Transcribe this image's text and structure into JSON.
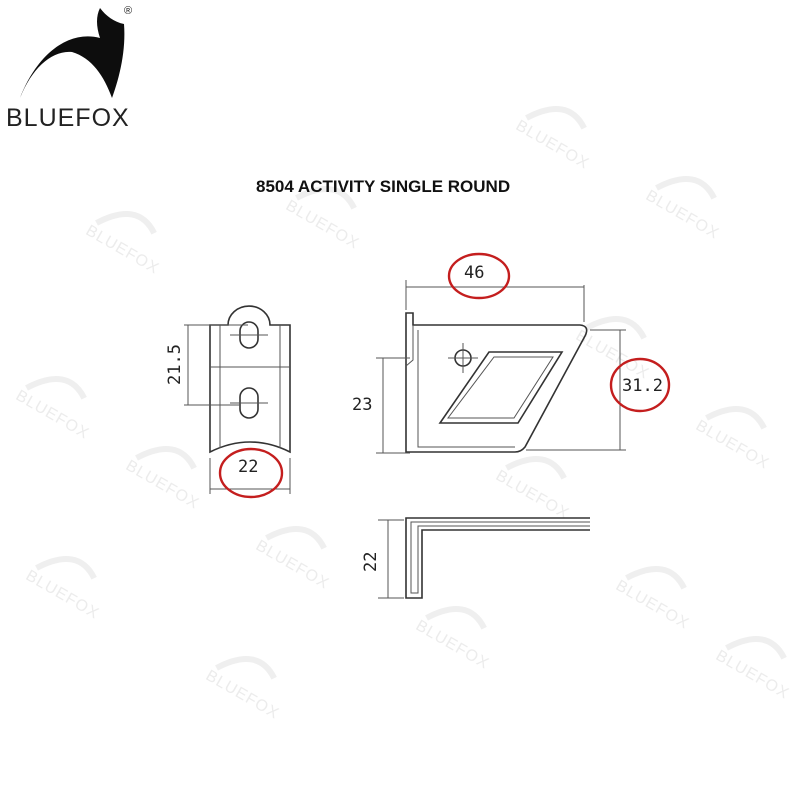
{
  "brand": {
    "name": "BLUEFOX",
    "registered_mark": "®",
    "watermark_text": "BLUEFOX"
  },
  "title": "8504 ACTIVITY SINGLE ROUND",
  "dimensions": {
    "front_height": "21.5",
    "front_width": "22",
    "side_length": "46",
    "side_height": "23",
    "side_offset": "31.2",
    "bottom_height": "22"
  },
  "highlight_color": "#c41e1e"
}
